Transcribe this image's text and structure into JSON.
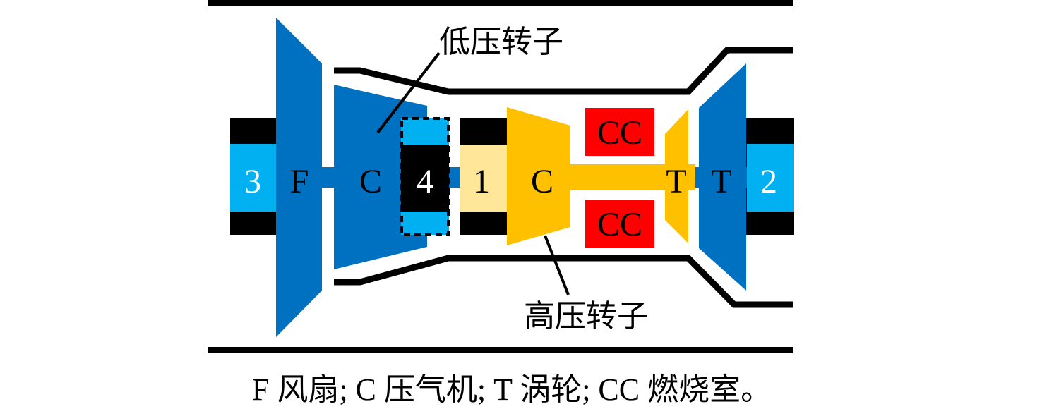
{
  "components": {
    "fan": "F",
    "lp_compressor": "C",
    "hp_compressor": "C",
    "hp_turbine": "T",
    "lp_turbine": "T",
    "combustor_top": "CC",
    "combustor_bottom": "CC"
  },
  "bearings": {
    "b1": "1",
    "b2": "2",
    "b3": "3",
    "b4": "4"
  },
  "callouts": {
    "low_pressure_rotor": "低压转子",
    "high_pressure_rotor": "高压转子"
  },
  "legend": "F 风扇; C 压气机; T 涡轮; CC 燃烧室。",
  "colors": {
    "low_pressure_blue": "#0070C0",
    "bearing_light_blue": "#00B0F0",
    "high_pressure_orange": "#FFC000",
    "bearing_1_pale": "#FFE699",
    "combustor_red": "#FF0000",
    "casing_black": "#000000"
  }
}
